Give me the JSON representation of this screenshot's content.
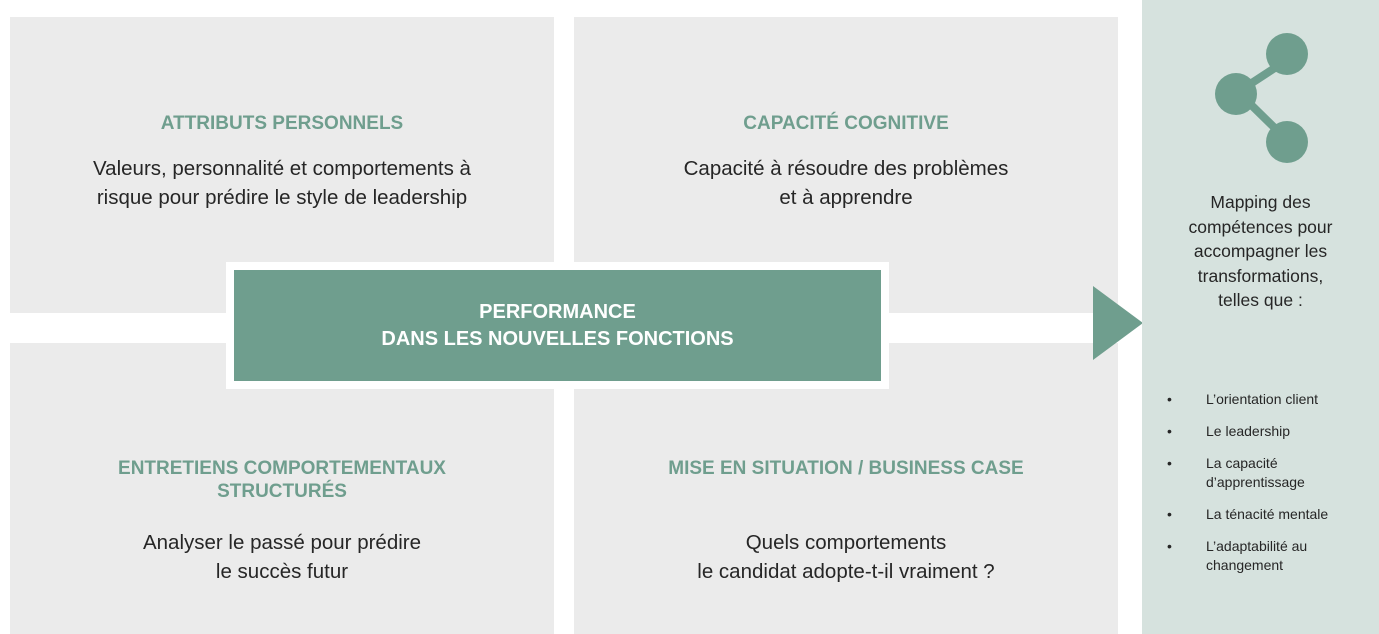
{
  "quadrants": {
    "top_left": {
      "title": "ATTRIBUTS  PERSONNELS",
      "description": "Valeurs, personnalité et comportements à\nrisque pour prédire le style de leadership"
    },
    "top_right": {
      "title": "CAPACITÉ  COGNITIVE",
      "description": "Capacité à résoudre des problèmes\net à apprendre"
    },
    "bottom_left": {
      "title": "ENTRETIENS  COMPORTEMENTAUX\nSTRUCTURÉS",
      "description": "Analyser le passé pour prédire\nle succès futur"
    },
    "bottom_right": {
      "title": "MISE EN SITUATION / BUSINESS  CASE",
      "description": "Quels comportements\nle candidat adopte-t-il vraiment ?"
    }
  },
  "center": {
    "line1": "PERFORMANCE",
    "line2": "DANS LES NOUVELLES  FONCTIONS"
  },
  "panel": {
    "icon": "share-icon",
    "intro": "Mapping des\ncompétences pour\naccompagner les\ntransformations,\ntelles que :",
    "bullets": [
      "L’orientation client",
      "Le leadership",
      "La capacité\nd’apprentissage",
      "La ténacité mentale",
      "L’adaptabilité au\nchangement"
    ]
  },
  "colors": {
    "accent": "#6f9e8e",
    "quadrant_bg": "#ebebeb",
    "panel_bg": "#d6e2de",
    "text": "#262626"
  }
}
